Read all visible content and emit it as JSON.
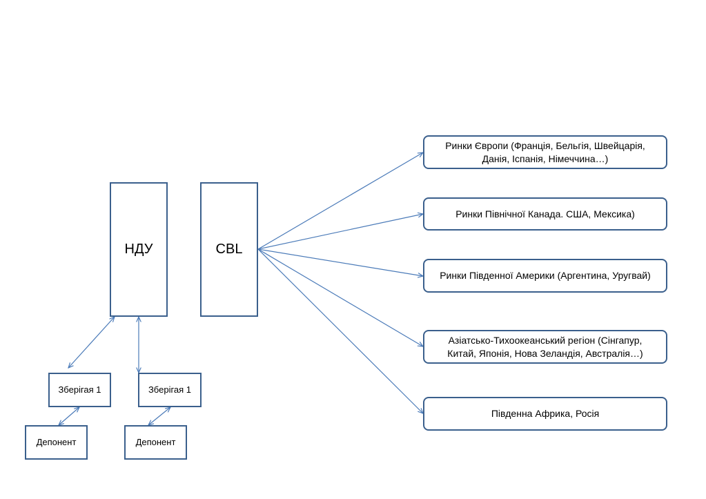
{
  "nodes": {
    "ndu": "НДУ",
    "cbl": "CBL",
    "custodian_1": "Зберігая 1",
    "custodian_2": "Зберігая 1",
    "depositor_1": "Депонент",
    "depositor_2": "Депонент"
  },
  "markets": [
    "Ринки Європи (Франція, Бельгія, Швейцарія, Данія, Іспанія, Німеччина…)",
    "Ринки Північної Канада. США, Мексика)",
    "Ринки Південної Америки (Аргентина, Уругвай)",
    "Азіатсько-Тихоокеанський регіон (Сінгапур, Китай, Японія, Нова Зеландія, Австралія…)",
    "Південна Африка, Росія"
  ],
  "colors": {
    "box_border": "#3a5f8c",
    "arrow": "#4a7ab8"
  }
}
